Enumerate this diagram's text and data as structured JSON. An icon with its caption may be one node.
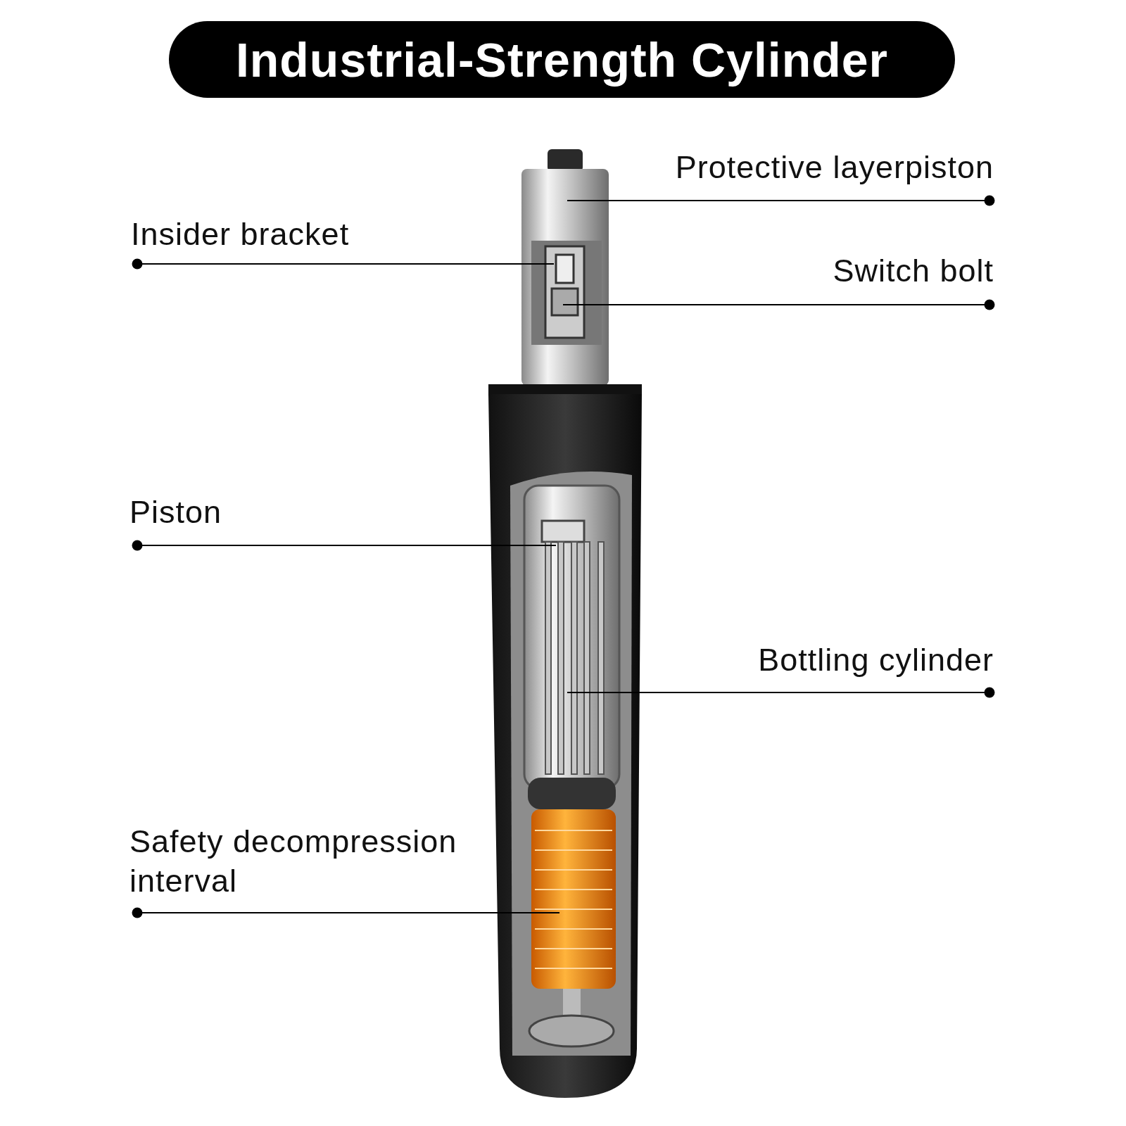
{
  "diagram": {
    "title": "Industrial-Strength Cylinder",
    "nodes": [
      {
        "text": [
          "Protective layerpiston"
        ]
      },
      {
        "text": [
          "Insider bracket"
        ]
      },
      {
        "text": [
          "Switch bolt"
        ]
      },
      {
        "text": [
          "Piston"
        ]
      },
      {
        "text": [
          "Bottling cylinder"
        ]
      },
      {
        "text": [
          "Safety decompression interval"
        ]
      }
    ],
    "edges": [
      {
        "from": 0,
        "to": null,
        "arrow": "other"
      },
      {
        "from": 1,
        "to": null,
        "arrow": "other"
      },
      {
        "from": 2,
        "to": null,
        "arrow": "other"
      },
      {
        "from": 3,
        "to": null,
        "arrow": "other"
      },
      {
        "from": 4,
        "to": null,
        "arrow": "other"
      },
      {
        "from": 5,
        "to": null,
        "arrow": "other"
      }
    ]
  }
}
